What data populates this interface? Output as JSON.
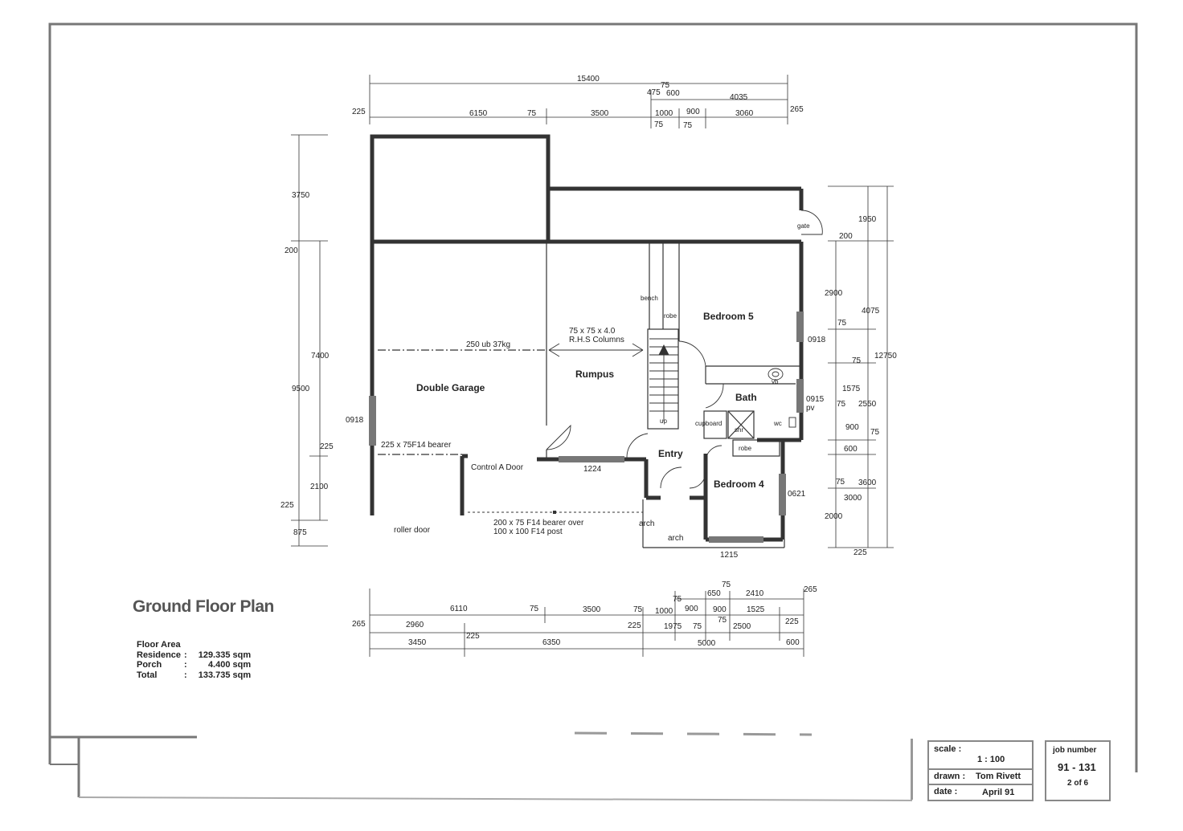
{
  "title": "Ground Floor Plan",
  "floor_area": {
    "heading": "Floor Area",
    "rows": [
      {
        "label": "Residence",
        "sep": ":",
        "value": "129.335 sqm"
      },
      {
        "label": "Porch",
        "sep": ":",
        "value": "4.400 sqm"
      },
      {
        "label": "Total",
        "sep": ":",
        "value": "133.735 sqm"
      }
    ]
  },
  "title_block": {
    "scale_label": "scale :",
    "scale_value": "1 : 100",
    "drawn_label": "drawn :",
    "drawn_value": "Tom Rivett",
    "date_label": "date :",
    "date_value": "April 91",
    "job_label": "job number",
    "job_value": "91 - 131",
    "sheet": "2 of 6"
  },
  "rooms": {
    "double_garage": "Double Garage",
    "rumpus": "Rumpus",
    "bedroom5": "Bedroom 5",
    "bath": "Bath",
    "entry": "Entry",
    "bedroom4": "Bedroom 4"
  },
  "labels": {
    "beam": "250 ub 37kg",
    "columns_1": "75 x 75 x 4.0",
    "columns_2": "R.H.S Columns",
    "bearer": "225 x 75F14 bearer",
    "control_door": "Control A Door",
    "roller_door": "roller door",
    "bearer_over_1": "200 x 75 F14 bearer over",
    "bearer_over_2": "100 x 100 F14 post",
    "arch1": "arch",
    "arch2": "arch",
    "bench": "bench",
    "robe1": "robe",
    "robe2": "robe",
    "cupboard": "cupboard",
    "shr": "shr",
    "vb": "vb",
    "wc": "wc",
    "gate": "gate",
    "up": "up",
    "win_0918_left": "0918",
    "win_0918_right": "0918",
    "win_0915": "0915",
    "pv": "pv",
    "win_0621": "0621",
    "win_1224": "1224",
    "win_1215": "1215"
  },
  "dims_top": {
    "d15400": "15400",
    "d75a": "75",
    "d475": "475",
    "d600": "600",
    "d4035": "4035",
    "d225": "225",
    "d6150": "6150",
    "d75b": "75",
    "d3500": "3500",
    "d1000": "1000",
    "d900": "900",
    "d3060": "3060",
    "d265": "265",
    "d75c": "75",
    "d75d": "75"
  },
  "dims_left": {
    "d3750": "3750",
    "d200": "200",
    "d7400": "7400",
    "d9500": "9500",
    "d225a": "225",
    "d2100": "2100",
    "d225b": "225",
    "d875": "875"
  },
  "dims_right": {
    "d1950": "1950",
    "d200": "200",
    "d2900": "2900",
    "d75a": "75",
    "d4075": "4075",
    "d12750": "12750",
    "d75b": "75",
    "d1575": "1575",
    "d75c": "75",
    "d2550": "2550",
    "d900": "900",
    "d75d": "75",
    "d600": "600",
    "d75e": "75",
    "d3600": "3600",
    "d3000": "3000",
    "d2000": "2000",
    "d225": "225"
  },
  "dims_bottom": {
    "d75a": "75",
    "d650": "650",
    "d2410": "2410",
    "d265a": "265",
    "d75b": "75",
    "d900a": "900",
    "d900b": "900",
    "d1525": "1525",
    "d6110": "6110",
    "d75c": "75",
    "d3500": "3500",
    "d75d": "75",
    "d1000": "1000",
    "d75e": "75",
    "d265b": "265",
    "d2960": "2960",
    "d225a": "225",
    "d1975": "1975",
    "d75f": "75",
    "d2500": "2500",
    "d225b": "225",
    "d3450": "3450",
    "d225c": "225",
    "d6350": "6350",
    "d5000": "5000",
    "d600": "600"
  }
}
